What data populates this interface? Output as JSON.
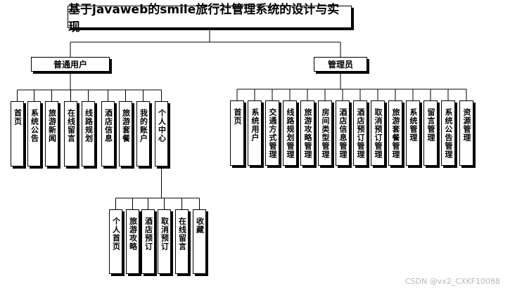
{
  "title": "基于javaweb的smile旅行社管理系统的设计与实现",
  "user_group": {
    "label": "普通用户",
    "modules": [
      "首页",
      "系统公告",
      "旅游新闻",
      "在线留言",
      "线路规划",
      "酒店信息",
      "旅游套餐",
      "我的账户",
      "个人中心"
    ]
  },
  "personal_center": {
    "items": [
      "个人首页",
      "旅游攻略",
      "酒店预订",
      "取消预订",
      "在线留言",
      "收藏"
    ]
  },
  "admin_group": {
    "label": "管理员",
    "modules": [
      "首页",
      "系统用户",
      "交通方式管理",
      "线路规划管理",
      "旅游攻略管理",
      "房间类型管理",
      "酒店信息管理",
      "酒店预订管理",
      "取消预订管理",
      "旅游套餐管理",
      "系统管理",
      "留言管理",
      "系统公告管理",
      "资源管理"
    ]
  },
  "watermark": "CSDN @vx2_CXKF10088"
}
